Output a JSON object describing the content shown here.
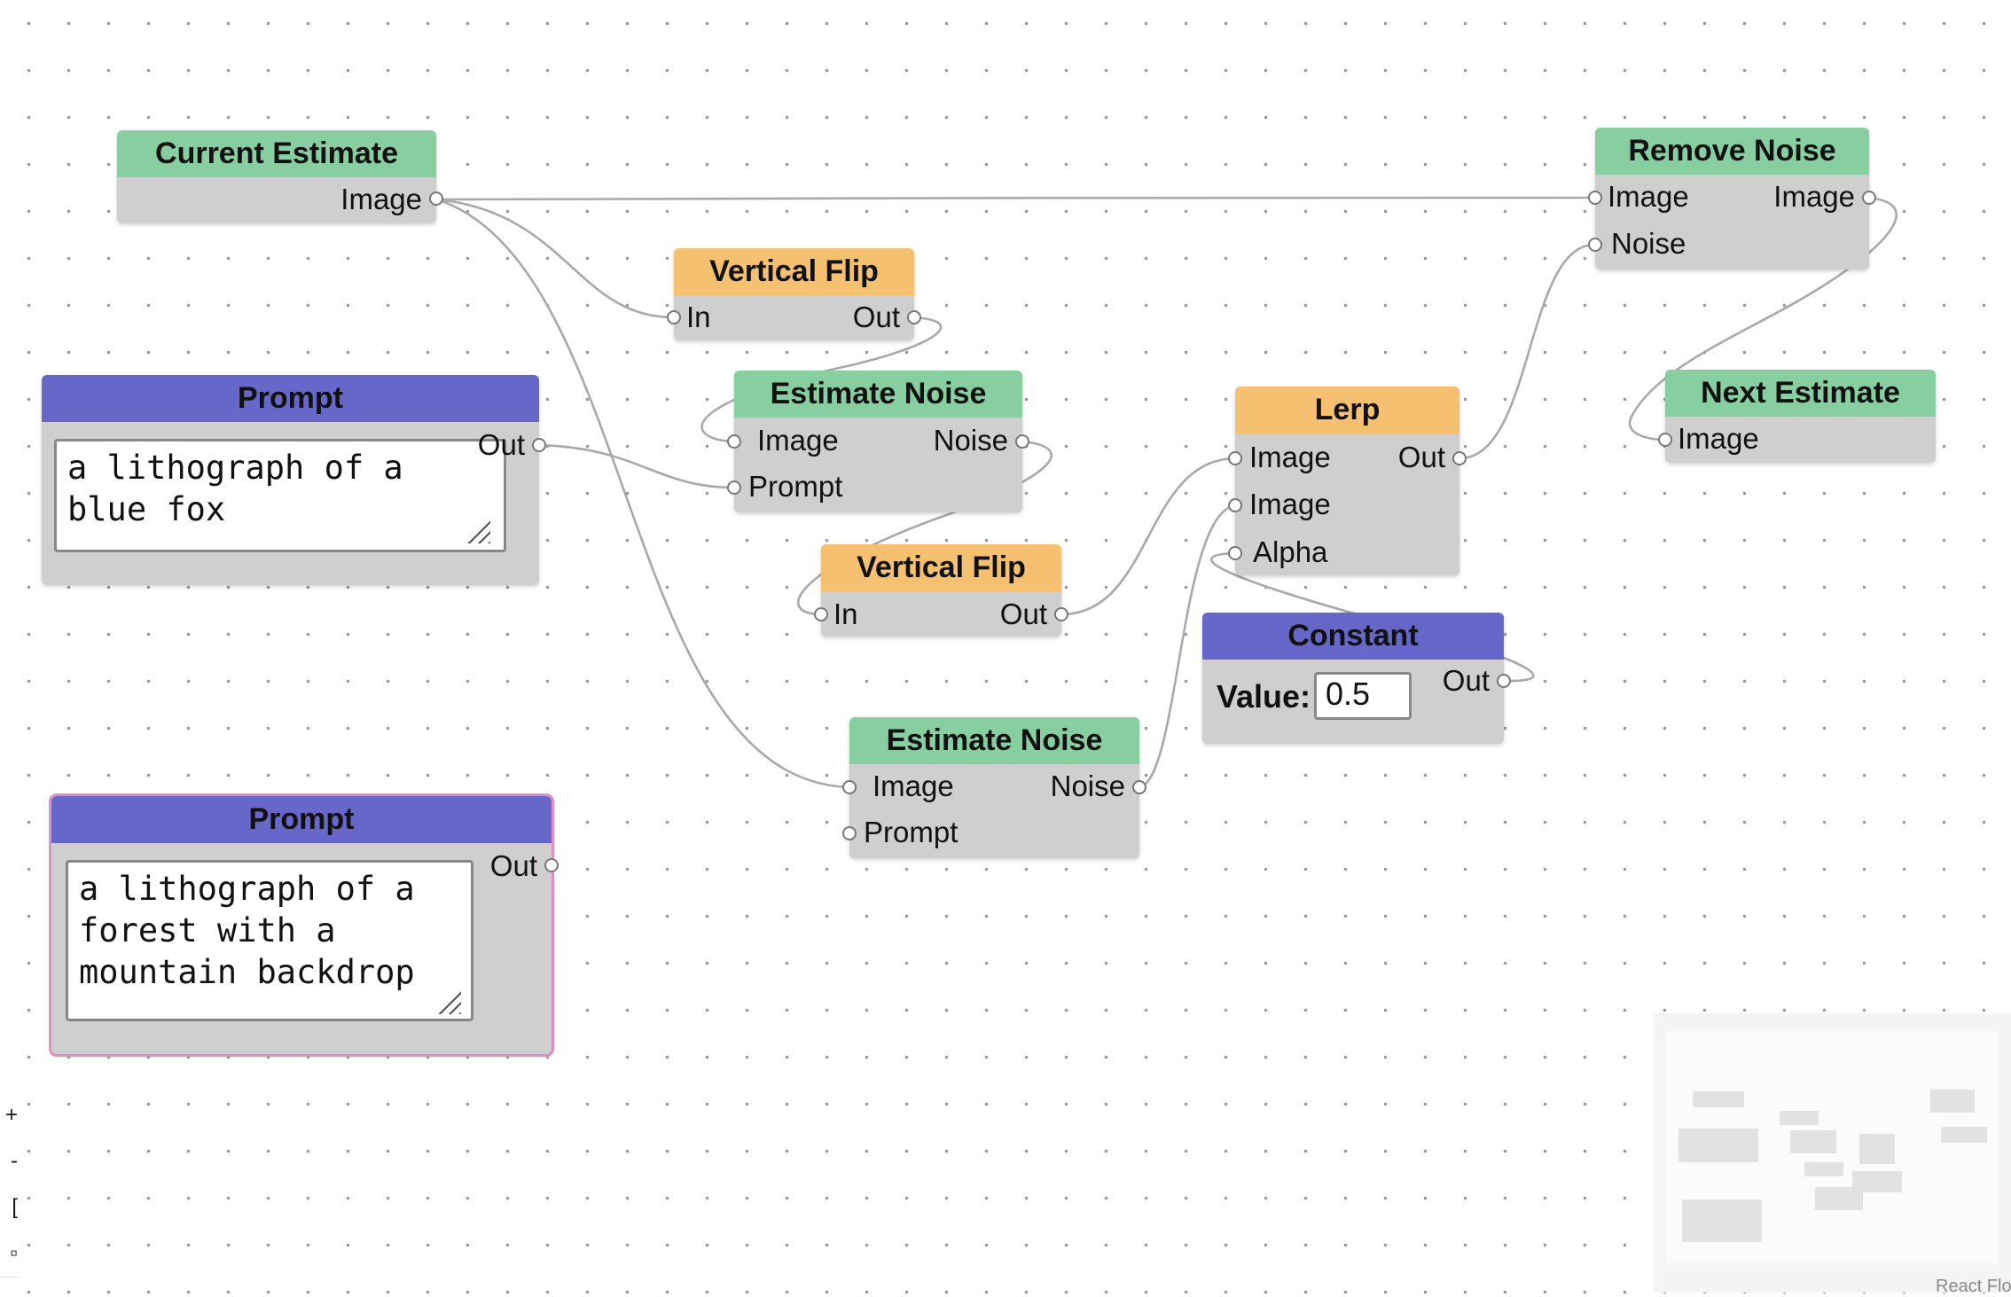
{
  "nodes": {
    "current_estimate": {
      "title": "Current Estimate",
      "output": "Image"
    },
    "remove_noise": {
      "title": "Remove Noise",
      "inputs": [
        "Image",
        "Noise"
      ],
      "output": "Image"
    },
    "vflip1": {
      "title": "Vertical Flip",
      "input": "In",
      "output": "Out"
    },
    "prompt1": {
      "title": "Prompt",
      "text": "a lithograph of a\nblue fox",
      "output": "Out"
    },
    "estimate_noise1": {
      "title": "Estimate Noise",
      "inputs": [
        "Image",
        "Prompt"
      ],
      "output": "Noise"
    },
    "lerp": {
      "title": "Lerp",
      "inputs": [
        "Image",
        "Image",
        "Alpha"
      ],
      "output": "Out"
    },
    "next_estimate": {
      "title": "Next Estimate",
      "input": "Image"
    },
    "vflip2": {
      "title": "Vertical Flip",
      "input": "In",
      "output": "Out"
    },
    "constant": {
      "title": "Constant",
      "value_label": "Value:",
      "value": "0.5",
      "output": "Out"
    },
    "estimate_noise2": {
      "title": "Estimate Noise",
      "inputs": [
        "Image",
        "Prompt"
      ],
      "output": "Noise"
    },
    "prompt2": {
      "title": "Prompt",
      "text": "a lithograph of a\nforest with a\nmountain backdrop",
      "output": "Out"
    }
  },
  "colors": {
    "source": "#87cfa1",
    "transform": "#f5c170",
    "input": "#6767c9",
    "edge": "#a9a9a9",
    "selected": "#dd8fc4"
  },
  "controls": [
    "+",
    "-",
    "fit-view-icon",
    "lock-icon"
  ],
  "attribution": "React Flo"
}
